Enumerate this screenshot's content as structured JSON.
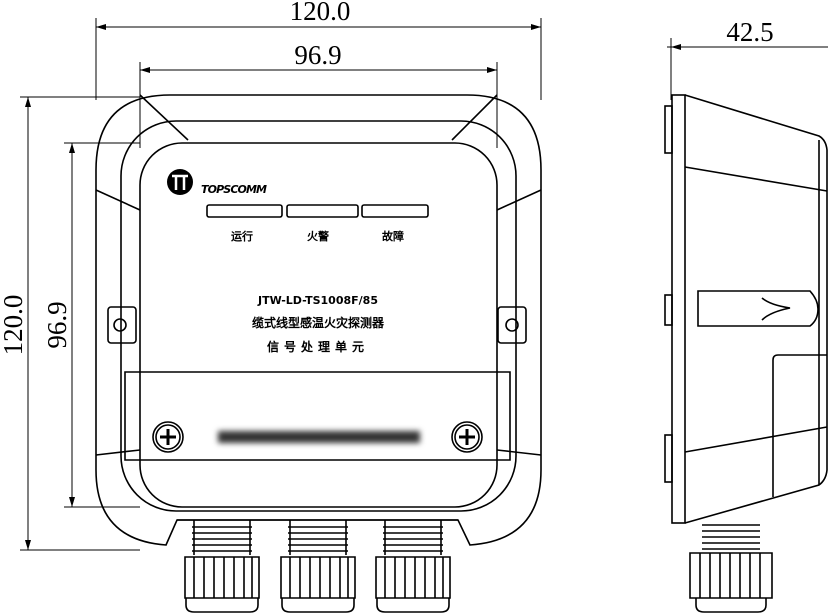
{
  "dimensions": {
    "front_width_outer": "120.0",
    "front_width_inner": "96.9",
    "front_height_outer": "120.0",
    "front_height_inner": "96.9",
    "side_depth": "42.5"
  },
  "panel": {
    "brand": "TOPSCOMM",
    "indicators": [
      "运行",
      "火警",
      "故障"
    ],
    "model": "JTW-LD-TS1008F/85",
    "product_name": "缆式线型感温火灾探测器",
    "unit_name": "信号处理单元"
  }
}
